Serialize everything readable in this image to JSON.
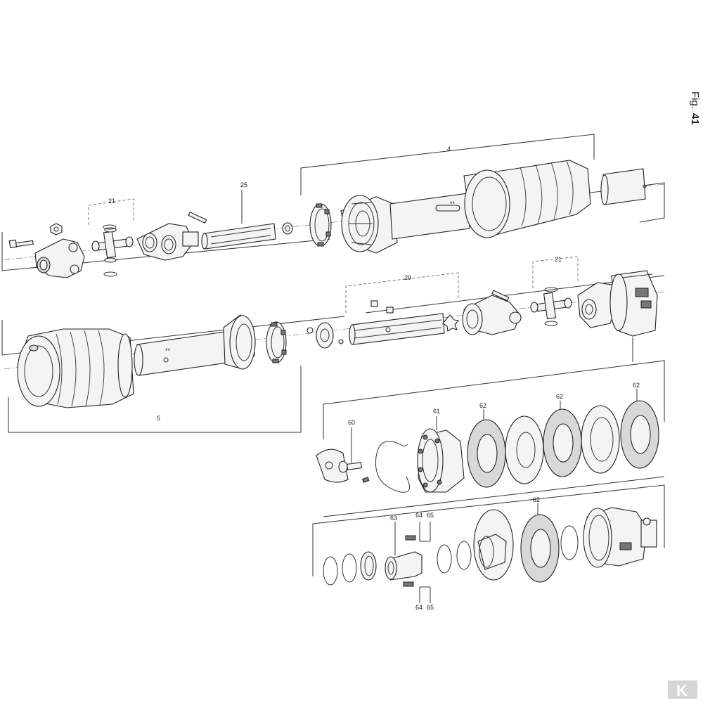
{
  "figure": {
    "label_prefix": "Fig.",
    "label_number": "41"
  },
  "callouts": {
    "c4": "4",
    "c5": "5",
    "c21a": "21",
    "c21b": "21",
    "c25": "25",
    "c29": "29",
    "c60": "60",
    "c61": "61",
    "c62a": "62",
    "c62b": "62",
    "c62c": "62",
    "c62d": "62",
    "c63": "63",
    "c64a": "64",
    "c65a": "65",
    "c64b": "64",
    "c65b": "65"
  },
  "marks": {
    "double_star_a": "**",
    "double_star_b": "**"
  },
  "logo": {
    "text": "K",
    "color": "#d6d6d6"
  }
}
